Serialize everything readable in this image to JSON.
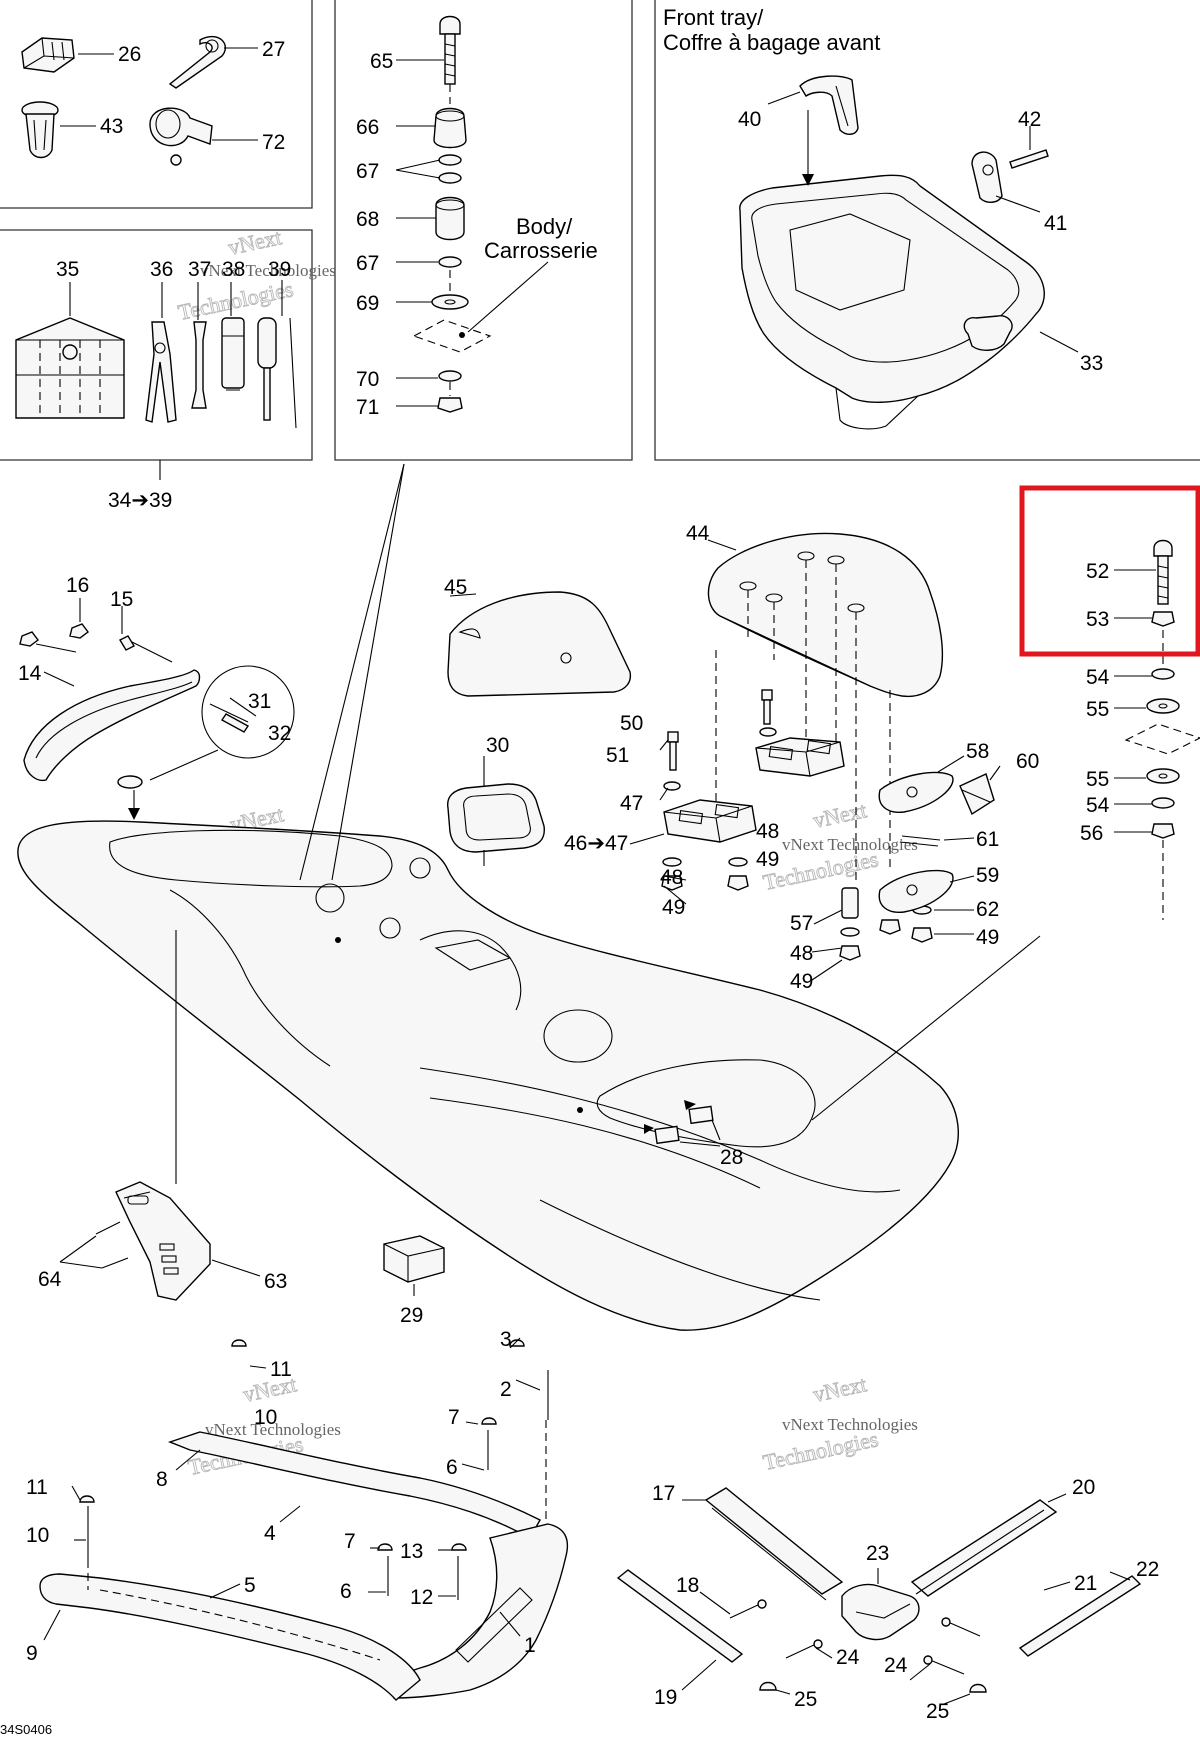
{
  "figure_code": "34S0406",
  "titles": {
    "front_tray": [
      "Front tray/",
      "Coffre à bagage avant"
    ],
    "body": [
      "Body/",
      "Carrosserie"
    ]
  },
  "watermark": {
    "line1": "vNext Technologies",
    "line2": "vNext",
    "line3": "Technologies"
  },
  "highlight_color": "#e0171f",
  "callouts": {
    "c1": "1",
    "c2": "2",
    "c3": "3",
    "c4": "4",
    "c5": "5",
    "c6a": "6",
    "c6b": "6",
    "c7a": "7",
    "c7b": "7",
    "c8": "8",
    "c9": "9",
    "c10a": "10",
    "c10b": "10",
    "c11a": "11",
    "c11b": "11",
    "c12": "12",
    "c13": "13",
    "c14": "14",
    "c15": "15",
    "c16": "16",
    "c17": "17",
    "c18": "18",
    "c19": "19",
    "c20": "20",
    "c21": "21",
    "c22": "22",
    "c23": "23",
    "c24a": "24",
    "c24b": "24",
    "c25a": "25",
    "c25b": "25",
    "c26": "26",
    "c27": "27",
    "c28": "28",
    "c29": "29",
    "c30": "30",
    "c31": "31",
    "c32": "32",
    "c33": "33",
    "c34": "34➔39",
    "c35": "35",
    "c36": "36",
    "c37": "37",
    "c38": "38",
    "c39": "39",
    "c40": "40",
    "c41": "41",
    "c42": "42",
    "c43": "43",
    "c44": "44",
    "c45": "45",
    "c46": "46➔47",
    "c47": "47",
    "c48a": "48",
    "c48b": "48",
    "c48c": "48",
    "c49a": "49",
    "c49b": "49",
    "c49c": "49",
    "c49d": "49",
    "c50": "50",
    "c51": "51",
    "c52": "52",
    "c53": "53",
    "c54a": "54",
    "c54b": "54",
    "c55a": "55",
    "c55b": "55",
    "c56": "56",
    "c57": "57",
    "c58": "58",
    "c59": "59",
    "c60": "60",
    "c61": "61",
    "c62": "62",
    "c63": "63",
    "c64": "64",
    "c65": "65",
    "c66": "66",
    "c67a": "67",
    "c67b": "67",
    "c68": "68",
    "c69": "69",
    "c70": "70",
    "c71": "71",
    "c72": "72"
  }
}
